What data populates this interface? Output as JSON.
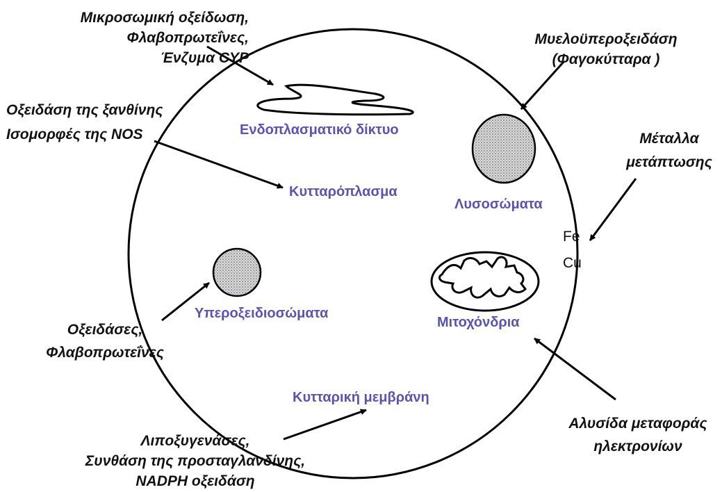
{
  "organelles": {
    "er": "Ενδοπλασματικό δίκτυο",
    "cytoplasm": "Κυτταρόπλασμα",
    "lysosomes": "Λυσοσώματα",
    "peroxisomes": "Υπεροξειδιοσώματα",
    "mitochondria": "Μιτοχόνδρια",
    "membrane": "Κυτταρική μεμβράνη"
  },
  "metals": {
    "fe": "Fe",
    "cu": "Cu"
  },
  "annotations": {
    "er_sources": [
      "Μικροσωμική οξείδωση,",
      "Φλαβοπρωτεΐνες,",
      "Ένζυμα CYP"
    ],
    "cytoplasm_sources": [
      "Οξειδάση της ξανθίνης",
      "Ισομορφές της NOS"
    ],
    "lysosome_sources": [
      "Μυελοϋπεροξειδάση",
      "(Φαγοκύτταρα )"
    ],
    "metals_label": [
      "Μέταλλα",
      "μετάπτωσης"
    ],
    "peroxisome_sources": [
      "Οξειδάσες,",
      "Φλαβοπρωτεΐνες"
    ],
    "mitochondria_sources": [
      "Αλυσίδα μεταφοράς",
      "ηλεκτρονίων"
    ],
    "membrane_sources": [
      "Λιποξυγενάσες,",
      "Συνθάση της προσταγλανδίνης,",
      "NADPH οξειδάση"
    ]
  },
  "colors": {
    "organelle_label": "#5a52b8",
    "annotation_text": "#111111",
    "outline": "#000000",
    "stipple_fill": "#d9d9d9"
  }
}
